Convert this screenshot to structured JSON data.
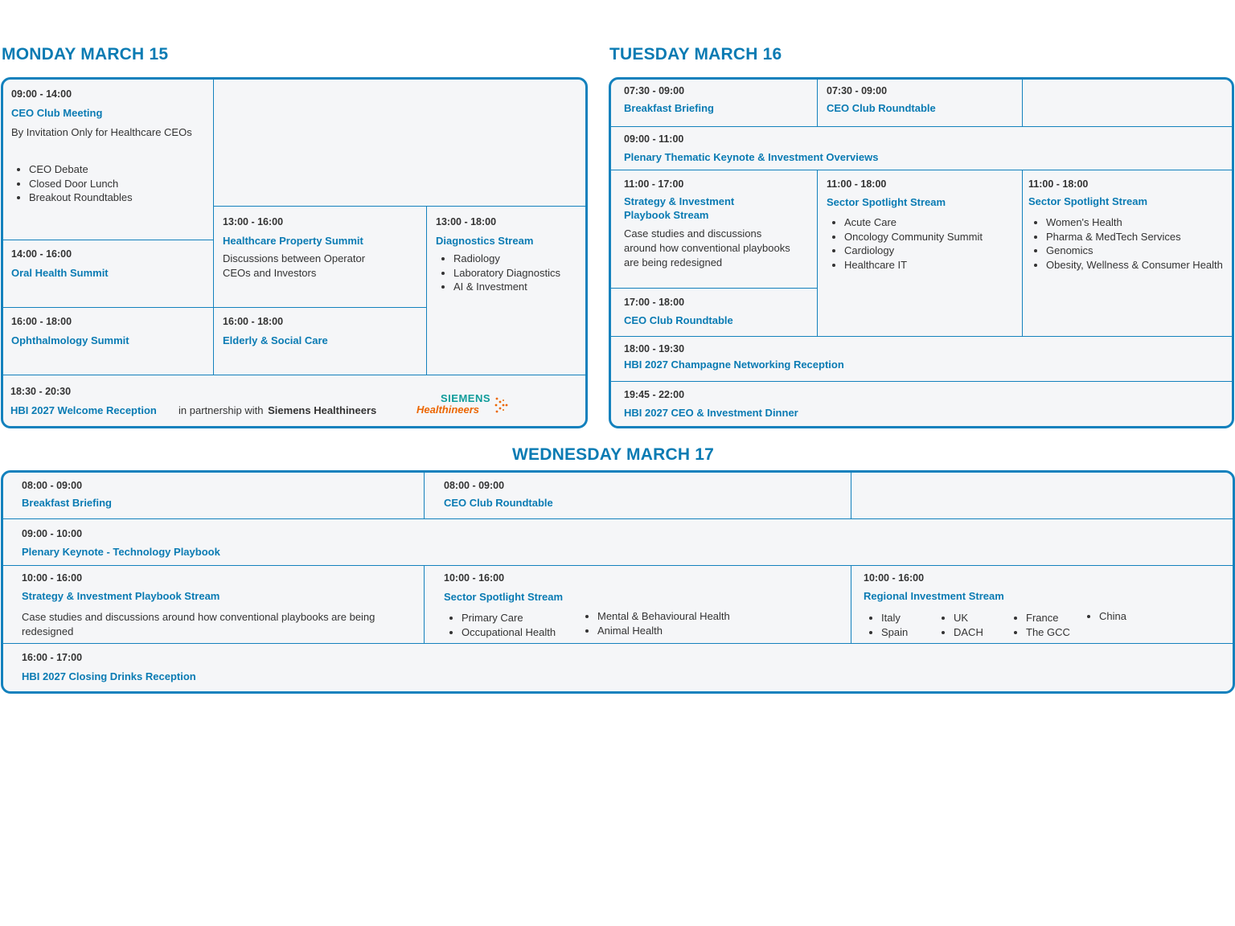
{
  "monday": {
    "title": "MONDAY MARCH 15",
    "ceo_club": {
      "time": "09:00 - 14:00",
      "title": "CEO Club Meeting",
      "desc": "By Invitation Only for Healthcare CEOs",
      "items": [
        "CEO Debate",
        "Closed Door Lunch",
        "Breakout Roundtables"
      ]
    },
    "oral": {
      "time": "14:00 - 16:00",
      "title": "Oral Health Summit"
    },
    "ophthalmology": {
      "time": "16:00 - 18:00",
      "title": "Ophthalmology Summit"
    },
    "property": {
      "time": "13:00 - 16:00",
      "title": "Healthcare Property Summit",
      "desc": "Discussions between Operator CEOs and Investors"
    },
    "elderly": {
      "time": "16:00 - 18:00",
      "title": "Elderly & Social Care"
    },
    "diagnostics": {
      "time": "13:00 - 18:00",
      "title": "Diagnostics Stream",
      "items": [
        "Radiology",
        "Laboratory Diagnostics",
        "AI & Investment"
      ]
    },
    "welcome": {
      "time": "18:30 - 20:30",
      "title": "HBI 2027 Welcome Reception",
      "partner_prefix": "in partnership with",
      "partner_name": "Siemens Healthineers",
      "logo_top": "SIEMENS",
      "logo_bottom": "Healthineers"
    }
  },
  "tuesday": {
    "title": "TUESDAY MARCH 16",
    "breakfast": {
      "time": "07:30 - 09:00",
      "title": "Breakfast Briefing"
    },
    "ceo_roundtable_am": {
      "time": "07:30 - 09:00",
      "title": "CEO Club Roundtable"
    },
    "plenary": {
      "time": "09:00 - 11:00",
      "title": "Plenary Thematic Keynote & Investment Overviews"
    },
    "strategy": {
      "time": "11:00 - 17:00",
      "title_line1": "Strategy & Investment",
      "title_line2": "Playbook Stream",
      "desc": "Case studies and discussions around how conventional playbooks are being redesigned"
    },
    "ceo_roundtable_pm": {
      "time": "17:00 - 18:00",
      "title": "CEO Club Roundtable"
    },
    "sector1": {
      "time": "11:00 - 18:00",
      "title": "Sector Spotlight Stream",
      "items": [
        "Acute Care",
        "Oncology Community Summit",
        "Cardiology",
        "Healthcare IT"
      ]
    },
    "sector2": {
      "time": "11:00 - 18:00",
      "title": "Sector Spotlight Stream",
      "items": [
        "Women's Health",
        "Pharma & MedTech Services",
        "Genomics",
        "Obesity, Wellness & Consumer Health"
      ]
    },
    "champagne": {
      "time": "18:00 - 19:30",
      "title": "HBI 2027 Champagne Networking Reception"
    },
    "dinner": {
      "time": "19:45 - 22:00",
      "title": "HBI 2027 CEO & Investment Dinner"
    }
  },
  "wednesday": {
    "title": "WEDNESDAY MARCH 17",
    "breakfast": {
      "time": "08:00 - 09:00",
      "title": "Breakfast Briefing"
    },
    "ceo_roundtable": {
      "time": "08:00 - 09:00",
      "title": "CEO Club Roundtable"
    },
    "plenary": {
      "time": "09:00 - 10:00",
      "title": "Plenary Keynote - Technology Playbook"
    },
    "strategy": {
      "time": "10:00 - 16:00",
      "title": "Strategy & Investment Playbook Stream",
      "desc": "Case studies and discussions around how conventional playbooks are being redesigned"
    },
    "sector": {
      "time": "10:00 - 16:00",
      "title": "Sector Spotlight Stream",
      "items_col1": [
        "Primary Care",
        "Occupational Health"
      ],
      "items_col2": [
        "Mental & Behavioural Health",
        "Animal Health"
      ]
    },
    "regional": {
      "time": "10:00 - 16:00",
      "title": "Regional Investment Stream",
      "col1": [
        "Italy",
        "Spain"
      ],
      "col2": [
        "UK",
        "DACH"
      ],
      "col3": [
        "France",
        "The GCC"
      ],
      "col4": [
        "China"
      ]
    },
    "closing": {
      "time": "16:00 - 17:00",
      "title": "HBI 2027 Closing Drinks Reception"
    }
  }
}
